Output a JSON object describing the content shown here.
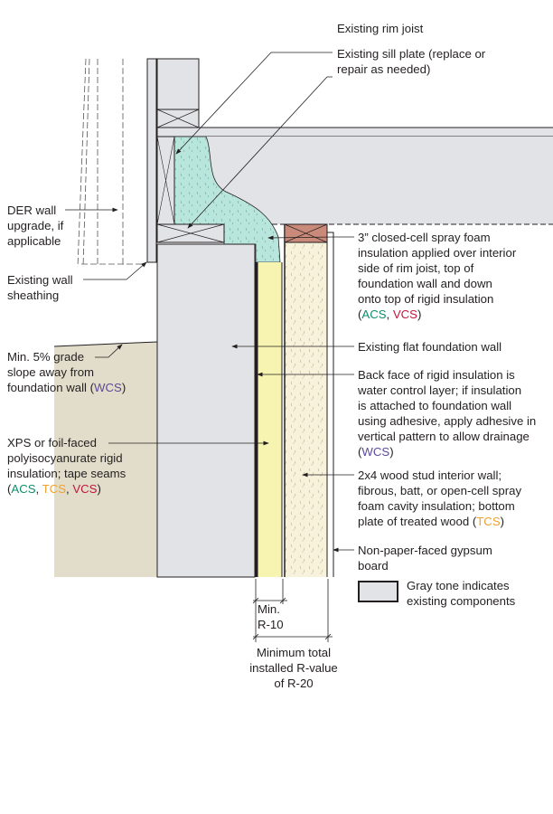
{
  "labels": {
    "rim_joist": "Existing rim joist",
    "sill_plate": [
      "Existing sill plate (replace or",
      "repair as needed)"
    ],
    "der_wall": [
      "DER wall",
      "upgrade, if",
      "applicable"
    ],
    "wall_sheathing": [
      "Existing wall",
      "sheathing"
    ],
    "spray_foam": [
      "3” closed-cell spray foam",
      "insulation applied over interior",
      "side of rim joist, top of",
      "foundation wall and down",
      "onto top of rigid insulation"
    ],
    "foundation_wall": "Existing flat foundation wall",
    "grade": [
      "Min. 5% grade",
      "slope away from",
      "foundation wall ("
    ],
    "back_face": [
      "Back face of rigid insulation is",
      "water control layer; if insulation",
      "is attached to foundation wall",
      "using adhesive, apply adhesive in",
      "vertical pattern to allow drainage"
    ],
    "xps": [
      "XPS or foil-faced",
      "polyisocyanurate rigid",
      "insulation; tape seams"
    ],
    "stud_wall": [
      "2x4 wood stud interior wall;",
      "fibrous, batt, or open-cell spray",
      "foam cavity insulation; bottom",
      "plate of treated wood ("
    ],
    "gypsum": [
      "Non-paper-faced gypsum",
      "board"
    ],
    "legend": [
      "Gray tone indicates",
      "existing components"
    ],
    "min_r10": [
      "Min.",
      "R-10"
    ],
    "min_total": [
      "Minimum total",
      "installed R-value",
      "of R-20"
    ]
  },
  "codes": {
    "acs": "ACS",
    "vcs": "VCS",
    "wcs": "WCS",
    "tcs": "TCS",
    "sep": ", ",
    "open": "(",
    "close": ")"
  },
  "colors": {
    "acs": "#0f8f6c",
    "vcs": "#c0163b",
    "wcs": "#5b4a9a",
    "tcs": "#f0a030",
    "existing_gray": "#e2e3e6",
    "foam": "#b9e6dc",
    "rigid": "#f7f3b0",
    "soil": "#e2ddca",
    "bottom_plate": "#c98a7a"
  }
}
